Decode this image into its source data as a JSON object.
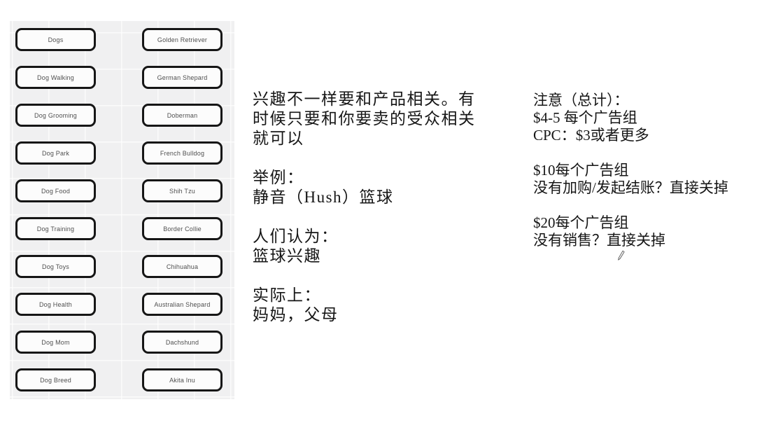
{
  "board": {
    "interest_buttons": [
      "Dogs",
      "Dog Walking",
      "Dog Grooming",
      "Dog Park",
      "Dog Food",
      "Dog Training",
      "Dog Toys",
      "Dog Health",
      "Dog Mom",
      "Dog Breed"
    ],
    "breed_buttons": [
      "Golden Retriever",
      "German Shepard",
      "Doberman",
      "French Bulldog",
      "Shih Tzu",
      "Border Collie",
      "Chihuahua",
      "Australian Shepard",
      "Dachshund",
      "Akita Inu"
    ]
  },
  "notes": {
    "interest_explanation": "兴趣不一样要和产品相关。有\n时候只要和你要卖的受众相关\n就可以\n\n举例：\n静音（Hush）篮球\n\n人们认为：\n篮球兴趣\n\n实际上：\n妈妈，父母",
    "budget_note": "注意（总计）：\n$4-5 每个广告组\nCPC：$3或者更多\n\n$10每个广告组\n没有加购/发起结账？直接关掉\n\n$20每个广告组\n没有销售？直接关掉"
  },
  "icons": {
    "pencil": "pencil-icon"
  },
  "colors": {
    "page_bg": "#ffffff",
    "board_bg": "#f0f0f1",
    "button_border": "#161616",
    "button_fill": "#fcfcfc",
    "button_text": "#4f4f4f",
    "note_text": "#161616"
  }
}
